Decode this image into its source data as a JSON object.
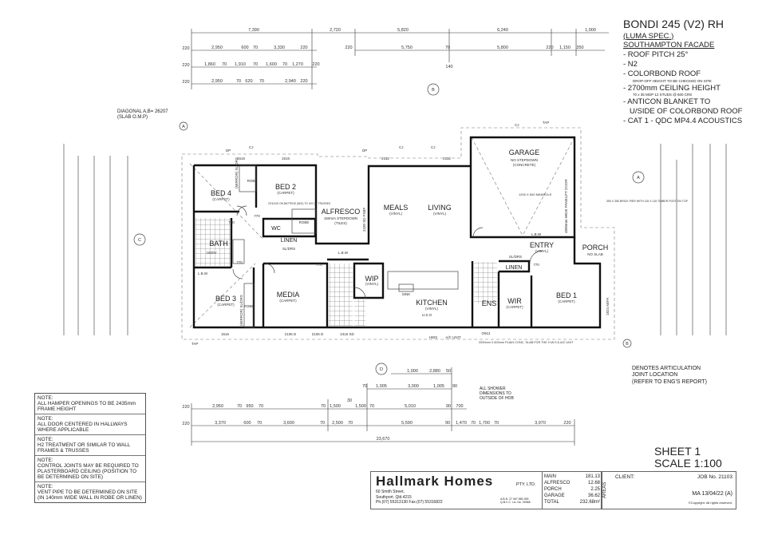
{
  "plan": {
    "title": "BONDI 245 (V2) RH",
    "spec": "(LUMA SPEC.)",
    "facade": "SOUTHAMPTON FACADE",
    "notes": [
      "- ROOF PITCH 25°",
      "- N2",
      "- COLORBOND ROOF",
      "DROP-OFF HEIGHT TO BE CHECKED ON SITE",
      "- 2700mm CEILING HEIGHT",
      "70 x 35 MGP 12 STUDS @ 600 CRS",
      "- ANTICON BLANKET TO",
      "U/SIDE OF COLORBOND ROOF",
      "- CAT 1 - QDC MP4.4 ACOUSTICS"
    ]
  },
  "diagonal": [
    "DIAGONAL A,B= 26207",
    "(SLAB O.M.P)"
  ],
  "rooms": [
    {
      "label": "BED 4",
      "finish": "(CARPET)"
    },
    {
      "label": "BED 2",
      "finish": "(CARPET)"
    },
    {
      "label": "ALFRESCO",
      "finish": "150mm STEPDOWN"
    },
    {
      "label": "MEALS",
      "finish": "(VINYL)"
    },
    {
      "label": "LIVING",
      "finish": "(VINYL)"
    },
    {
      "label": "GARAGE",
      "finish": "NO STEPDOWN"
    },
    {
      "label": "BATH",
      "finish": "1800V"
    },
    {
      "label": "BED 3",
      "finish": "(CARPET)"
    },
    {
      "label": "MEDIA",
      "finish": "(CARPET)"
    },
    {
      "label": "WIP",
      "finish": "(VINYL)"
    },
    {
      "label": "KITCHEN",
      "finish": "(VINYL)"
    },
    {
      "label": "ENS",
      "finish": ""
    },
    {
      "label": "WIR",
      "finish": "(CARPET)"
    },
    {
      "label": "ENTRY",
      "finish": "(VINYL)"
    },
    {
      "label": "BED 1",
      "finish": "(CARPET)"
    },
    {
      "label": "PORCH",
      "finish": "NO SLAB"
    },
    {
      "label": "LINEN",
      "finish": ""
    },
    {
      "label": "WC",
      "finish": ""
    },
    {
      "label": "LINEN",
      "finish": ""
    }
  ],
  "annotations": {
    "robe": "ROBE",
    "sldrs": "SL/DRS",
    "lbw": "L.B.W",
    "mirror": "(MIRROR) SL/DRS",
    "ceiling": "CEILING ON BATTENS (W/D) TO U/S OF TRUSSES",
    "manhole": "1200 X 600 MANHOLE",
    "garage_door": "4800mm WIDE PANELIFT DOOR",
    "brick_pier": "350 X 350 BRICK PIER WITH 115 X 115 TIMBER POST ON TOP",
    "concrete": "(CONCRETE)",
    "tiles": "(TILES)",
    "door_770": "770",
    "sd_2415": "2415 SD",
    "d_2106": "2106 D",
    "d_1516": "1516",
    "d_2112": "2112",
    "o912": "O912",
    "fsbp": "2430 SD FSBF",
    "uso": "U.S.O",
    "sink": "SINK",
    "hws": "HWS",
    "ac": "A/C UNIT",
    "slab": "2000mm X 600mm PLAIN CONC. SLAB FOR THE H.W.S & A/C UNIT",
    "cj": "CJ",
    "dp": "DP",
    "tap": "TAP",
    "aefa": "1824 AEFA"
  },
  "dims_top": {
    "row1": [
      "7,390",
      "2,720",
      "5,820",
      "6,240",
      "1,000"
    ],
    "row2": [
      "220",
      "2,950",
      "600",
      "70",
      "3,330",
      "220",
      "220",
      "5,750",
      "70",
      "5,800",
      "220",
      "1,150",
      "350"
    ],
    "row3": [
      "220",
      "1,860",
      "70",
      "1,910",
      "70",
      "1,600",
      "70",
      "1,270",
      "220"
    ],
    "row4": [
      "220",
      "2,950",
      "70",
      "620",
      "70",
      "2,940",
      "220"
    ],
    "misc": "140"
  },
  "dims_bottom": {
    "row0": [
      "1,000",
      "2,880",
      "50"
    ],
    "row1": [
      "70",
      "1,005",
      "3,000",
      "1,005",
      "90"
    ],
    "row2": [
      "220",
      "2,950",
      "70",
      "950",
      "70",
      "70",
      "1,500",
      "30",
      "1,500",
      "70",
      "5,010",
      "90",
      "700"
    ],
    "row3": [
      "220",
      "3,370",
      "600",
      "70",
      "3,600",
      "70",
      "2,500",
      "70",
      "5,590",
      "90",
      "1,470",
      "70",
      "1,700",
      "70",
      "3,970",
      "220"
    ],
    "overall": "23,670"
  },
  "section_markers": [
    "A",
    "B",
    "C",
    "D"
  ],
  "shower_note": [
    "ALL SHOWER",
    "DIMENSIONS TO",
    "OUTSIDE OF HOB"
  ],
  "articulation": [
    "DENOTES ARTICULATION",
    "JOINT LOCATION",
    "(REFER TO ENG'S REPORT)"
  ],
  "notes": [
    {
      "head": "NOTE:",
      "text": "ALL HAMPER OPENINGS TO BE 2435mm FRAME HEIGHT"
    },
    {
      "head": "NOTE:",
      "text": "ALL DOOR CENTERED IN HALLWAYS WHERE APPLICABLE"
    },
    {
      "head": "NOTE:",
      "text": "H2 TREATMENT OR SIMILAR TO WALL FRAMES & TRUSSES"
    },
    {
      "head": "NOTE:",
      "text": "CONTROL JOINTS MAY BE REQUIRED TO PLASTERBOARD CEILING (POSITION TO BE DETERMINED ON SITE)"
    },
    {
      "head": "NOTE:",
      "text": "VENT PIPE TO BE DETERMINED ON SITE (IN 140mm WIDE WALL IN ROBE OR LINEN)"
    }
  ],
  "sheet": {
    "sheet": "SHEET  1",
    "scale": "SCALE  1:100"
  },
  "titleblock": {
    "brand": "Hallmark Homes",
    "pty": "PTY. LTD.",
    "address1": "60 Smith Street,",
    "address2": "Southport. Qld.4215",
    "phone": "Ph.(07) 55313130   Fax.(07) 55316822",
    "abn": "A.B.N. 27 067 883 255 Q.B.C.C. Lic. No. 39968",
    "areas_label": "AREAS",
    "areas": [
      {
        "name": "MAIN",
        "value": "181.13"
      },
      {
        "name": "ALFRESCO",
        "value": "12.68"
      },
      {
        "name": "PORCH",
        "value": "2.25"
      },
      {
        "name": "GARAGE",
        "value": "36.62"
      },
      {
        "name": "TOTAL",
        "value": "232.68m²"
      }
    ],
    "client_label": "CLIENT:",
    "job": "JOB No. 21103",
    "revision": "MA 13/04/22 (A)",
    "copyright": "©Copyright. All rights reserved."
  }
}
